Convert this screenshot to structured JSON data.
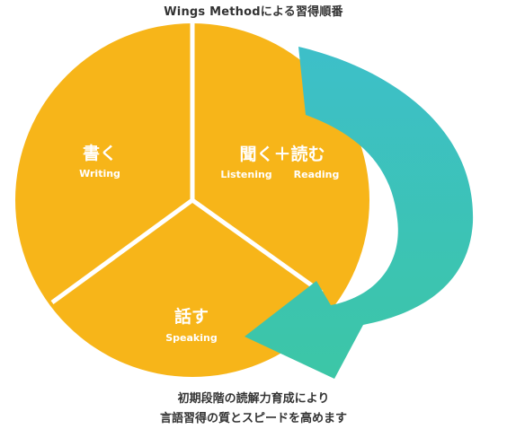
{
  "title": "Wings Methodによる習得順番",
  "segments": {
    "writing": {
      "jp": "書く",
      "en": "Writing"
    },
    "listening_reading": {
      "jp": "聞く＋読む",
      "en_left": "Listening",
      "en_right": "Reading"
    },
    "speaking": {
      "jp": "話す",
      "en": "Speaking"
    }
  },
  "caption": {
    "line1": "初期段階の読解力育成により",
    "line2": "言語習得の質とスピードを高めます"
  },
  "colors": {
    "segment_fill": "#F7B519",
    "divider": "#FFFFFF",
    "arrow_start": "#3DBFC9",
    "arrow_end": "#3CC6A6",
    "text_dark": "#333333"
  }
}
